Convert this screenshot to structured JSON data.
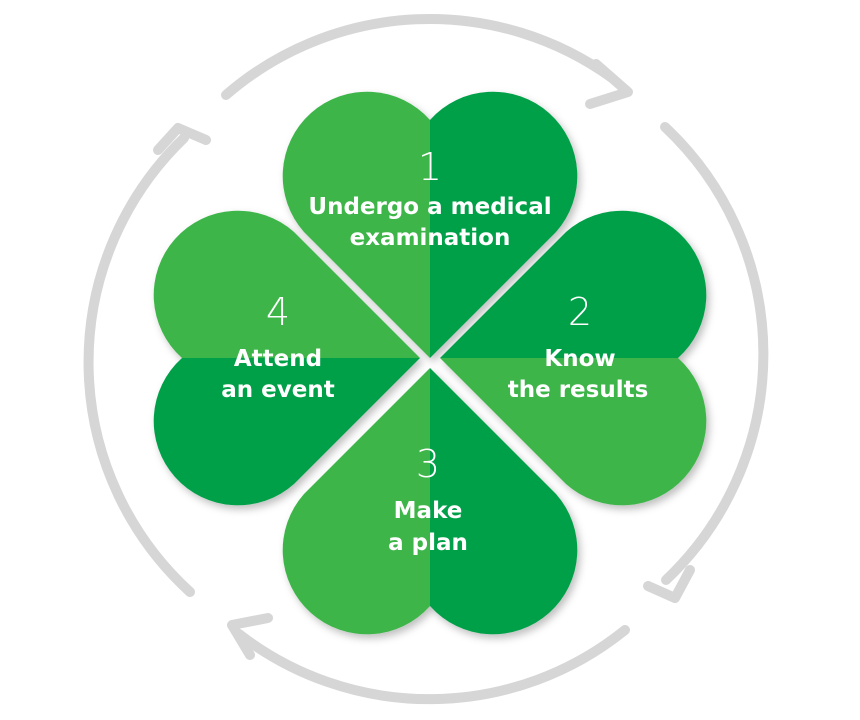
{
  "colors": {
    "light_green": "#3db54a",
    "dark_green": "#00a04a",
    "arrow_gray": "#d6d6d6",
    "text": "#ffffff"
  },
  "steps": [
    {
      "number": "1",
      "label_lines": [
        "Undergo a medical",
        "examination"
      ]
    },
    {
      "number": "2",
      "label_lines": [
        "Know",
        "the results"
      ]
    },
    {
      "number": "3",
      "label_lines": [
        "Make",
        "a plan"
      ]
    },
    {
      "number": "4",
      "label_lines": [
        "Attend",
        "an event"
      ]
    }
  ]
}
